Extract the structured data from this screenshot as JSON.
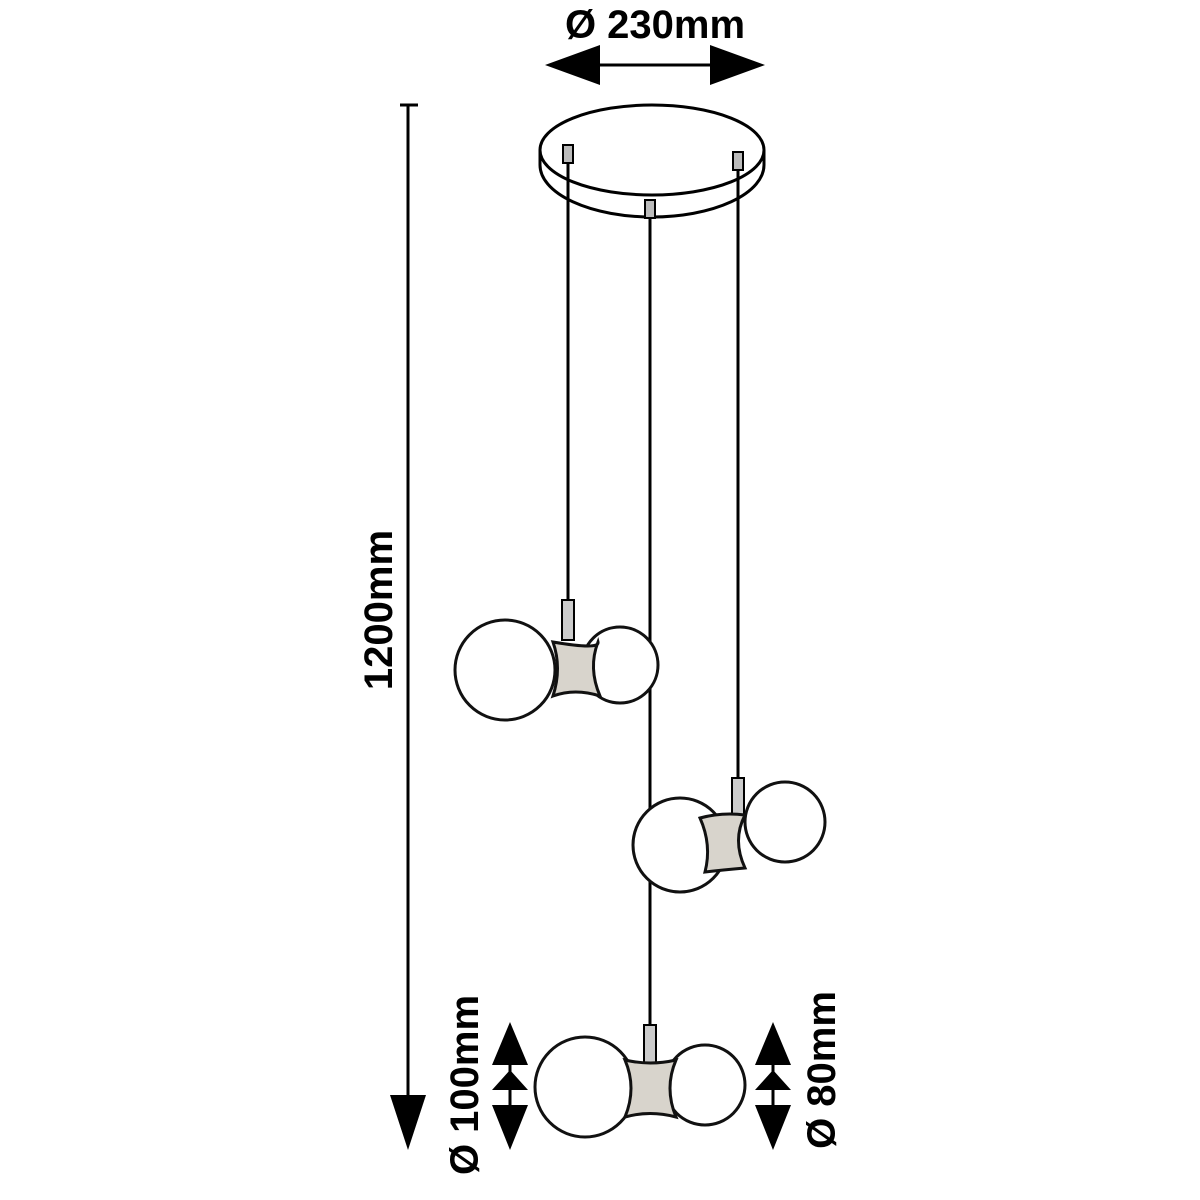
{
  "dimensions": {
    "canopy_diameter": "Ø 230mm",
    "total_height": "1200mm",
    "large_globe_diameter": "Ø 100mm",
    "small_globe_diameter": "Ø 80mm"
  }
}
